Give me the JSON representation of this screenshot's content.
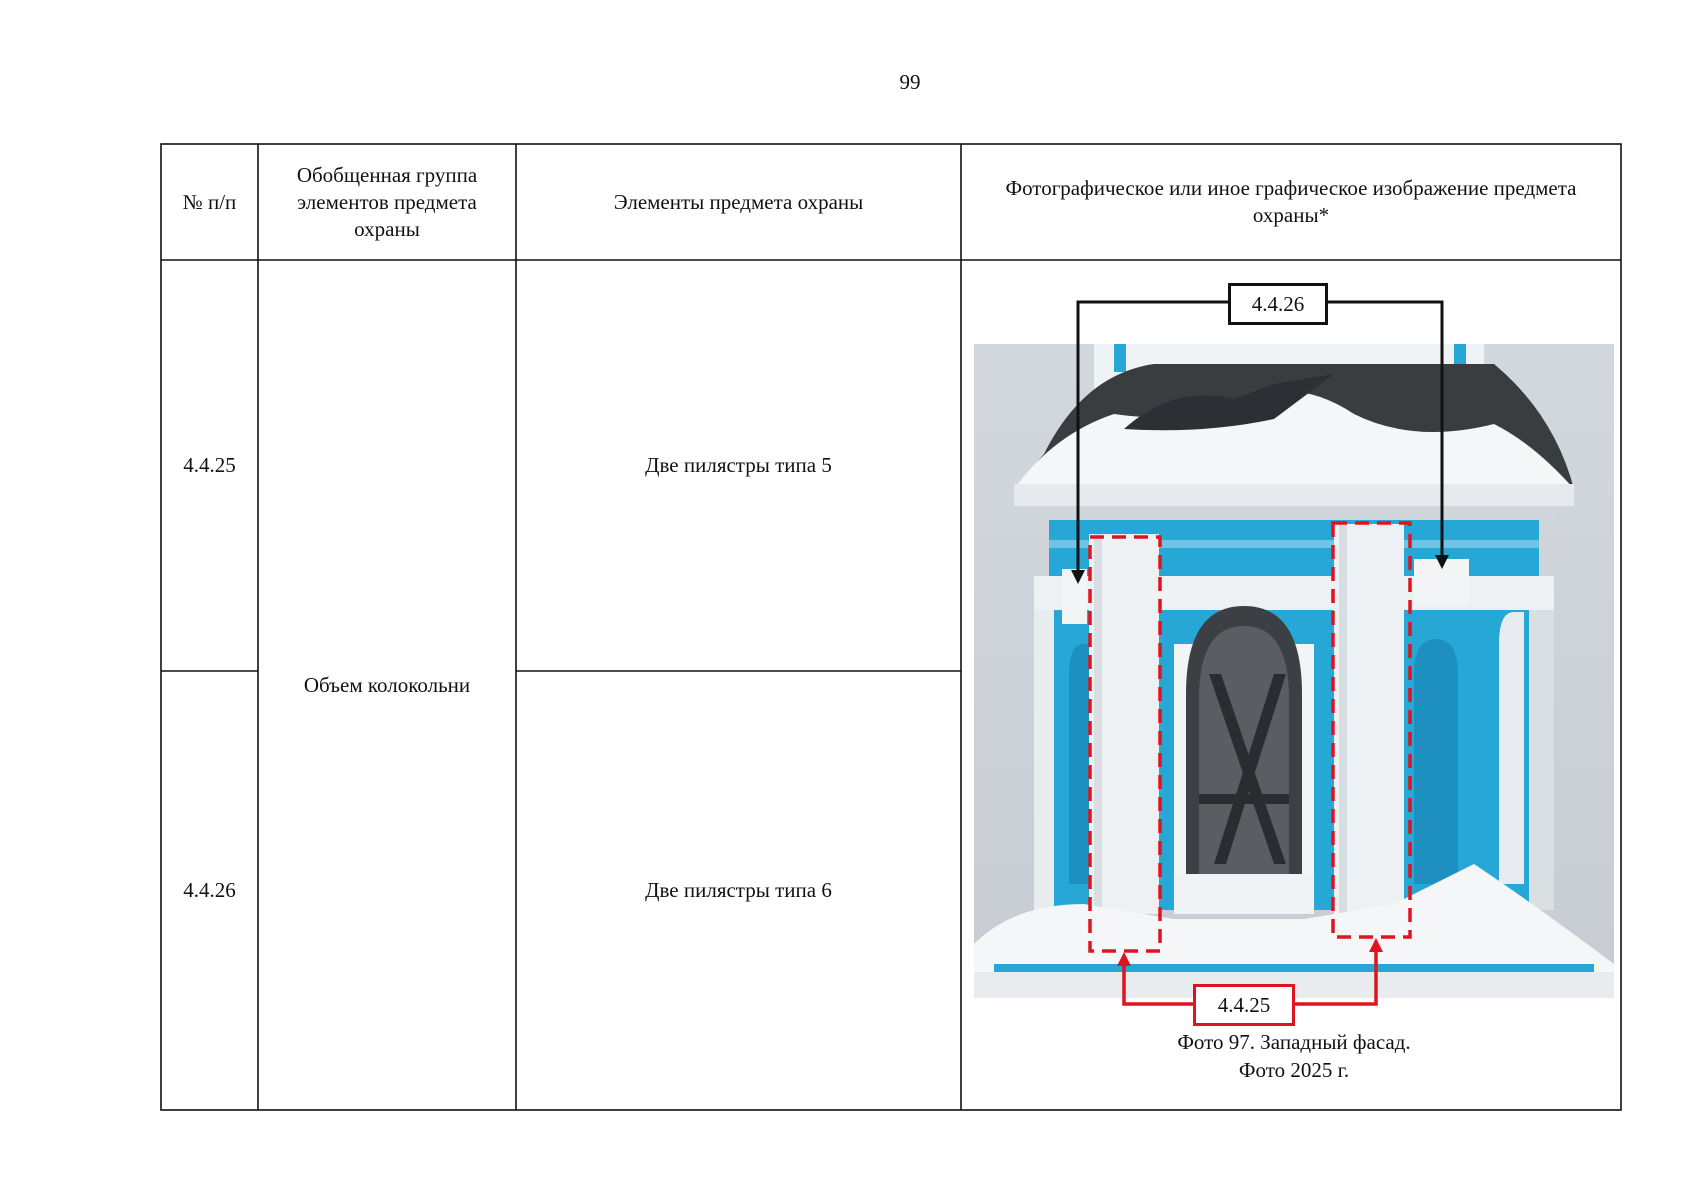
{
  "page": {
    "number": "99"
  },
  "table": {
    "headers": {
      "num": "№ п/п",
      "group": "Обобщенная группа элементов предмета охраны",
      "elements": "Элементы предмета охраны",
      "image": "Фотографическое или иное графическое изображение предмета охраны*"
    },
    "group_value": "Объем колокольни",
    "rows": [
      {
        "num": "4.4.25",
        "element": "Две пилястры типа 5"
      },
      {
        "num": "4.4.26",
        "element": "Две пилястры типа 6"
      }
    ]
  },
  "figure": {
    "callout_top": "4.4.26",
    "callout_bottom": "4.4.25",
    "caption_line1": "Фото 97. Западный фасад.",
    "caption_line2": "Фото 2025 г.",
    "colors": {
      "callout_black": "#111111",
      "callout_red": "#e0141e",
      "plaster_blue": "#27a7d6",
      "roof_dark": "#3a3d40"
    }
  }
}
